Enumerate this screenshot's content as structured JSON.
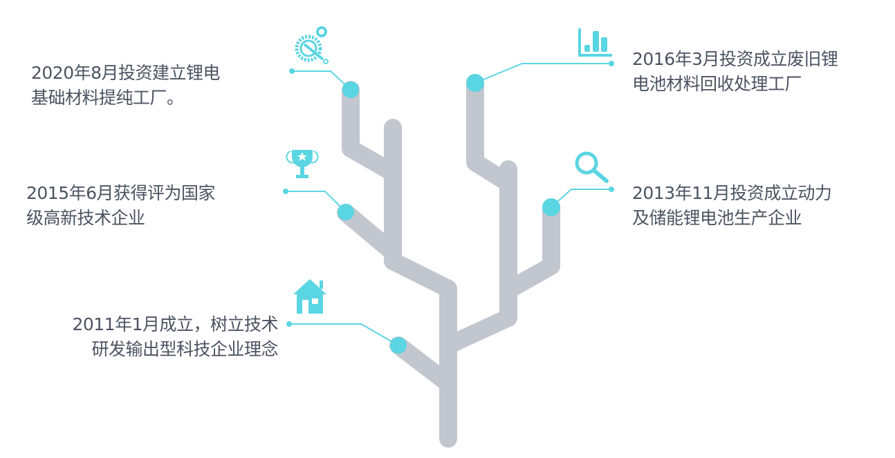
{
  "colors": {
    "branch": "#c1c6cf",
    "accent": "#5ad5e2",
    "text": "#4b5361"
  },
  "milestones": [
    {
      "line1": "2020年8月投资建立锂电",
      "line2": "基础材料提纯工厂。",
      "icon": "gear-wrench-icon"
    },
    {
      "line1": "2015年6月获得评为国家",
      "line2": "级高新技术企业",
      "icon": "trophy-icon"
    },
    {
      "line1": "2011年1月成立，树立技术",
      "line2": "研发输出型科技企业理念",
      "icon": "house-icon"
    },
    {
      "line1": "2016年3月投资成立废旧锂",
      "line2": "电池材料回收处理工厂",
      "icon": "bar-chart-icon"
    },
    {
      "line1": "2013年11月投资成立动力",
      "line2": "及储能锂电池生产企业",
      "icon": "magnifier-icon"
    }
  ]
}
